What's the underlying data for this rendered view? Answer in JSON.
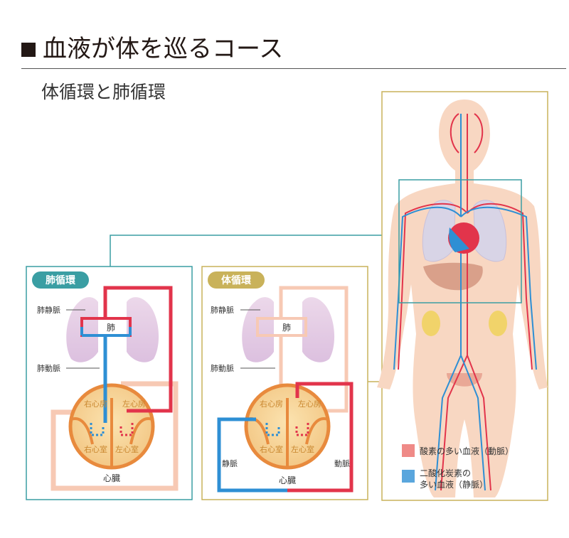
{
  "header": {
    "title": "血液が体を巡るコース",
    "subtitle": "体循環と肺循環"
  },
  "panels": {
    "pulmonary": {
      "badge": "肺循環",
      "labels": {
        "pulmonary_vein": "肺静脈",
        "lung": "肺",
        "pulmonary_artery": "肺動脈",
        "right_atrium": "右心房",
        "left_atrium": "左心房",
        "right_ventricle": "右心室",
        "left_ventricle": "左心室",
        "heart": "心臓"
      }
    },
    "systemic": {
      "badge": "体循環",
      "labels": {
        "pulmonary_vein": "肺静脈",
        "lung": "肺",
        "pulmonary_artery": "肺動脈",
        "right_atrium": "右心房",
        "left_atrium": "左心房",
        "right_ventricle": "右心室",
        "left_ventricle": "左心室",
        "heart": "心臓",
        "vein": "静脈",
        "artery": "動脈"
      }
    }
  },
  "legend": {
    "oxygen_rich": "酸素の多い血液（動脈）",
    "co2_rich_line1": "二酸化炭素の",
    "co2_rich_line2": "多い血液（静脈）"
  },
  "colors": {
    "artery_red": "#e2344b",
    "vein_blue": "#2e8fd4",
    "pale_vessel": "#f7c9b4",
    "pulmonary_teal": "#3a9ea3",
    "systemic_gold": "#c9b25a",
    "legend_red": "#ef8a87",
    "legend_blue": "#5aa6dd"
  }
}
